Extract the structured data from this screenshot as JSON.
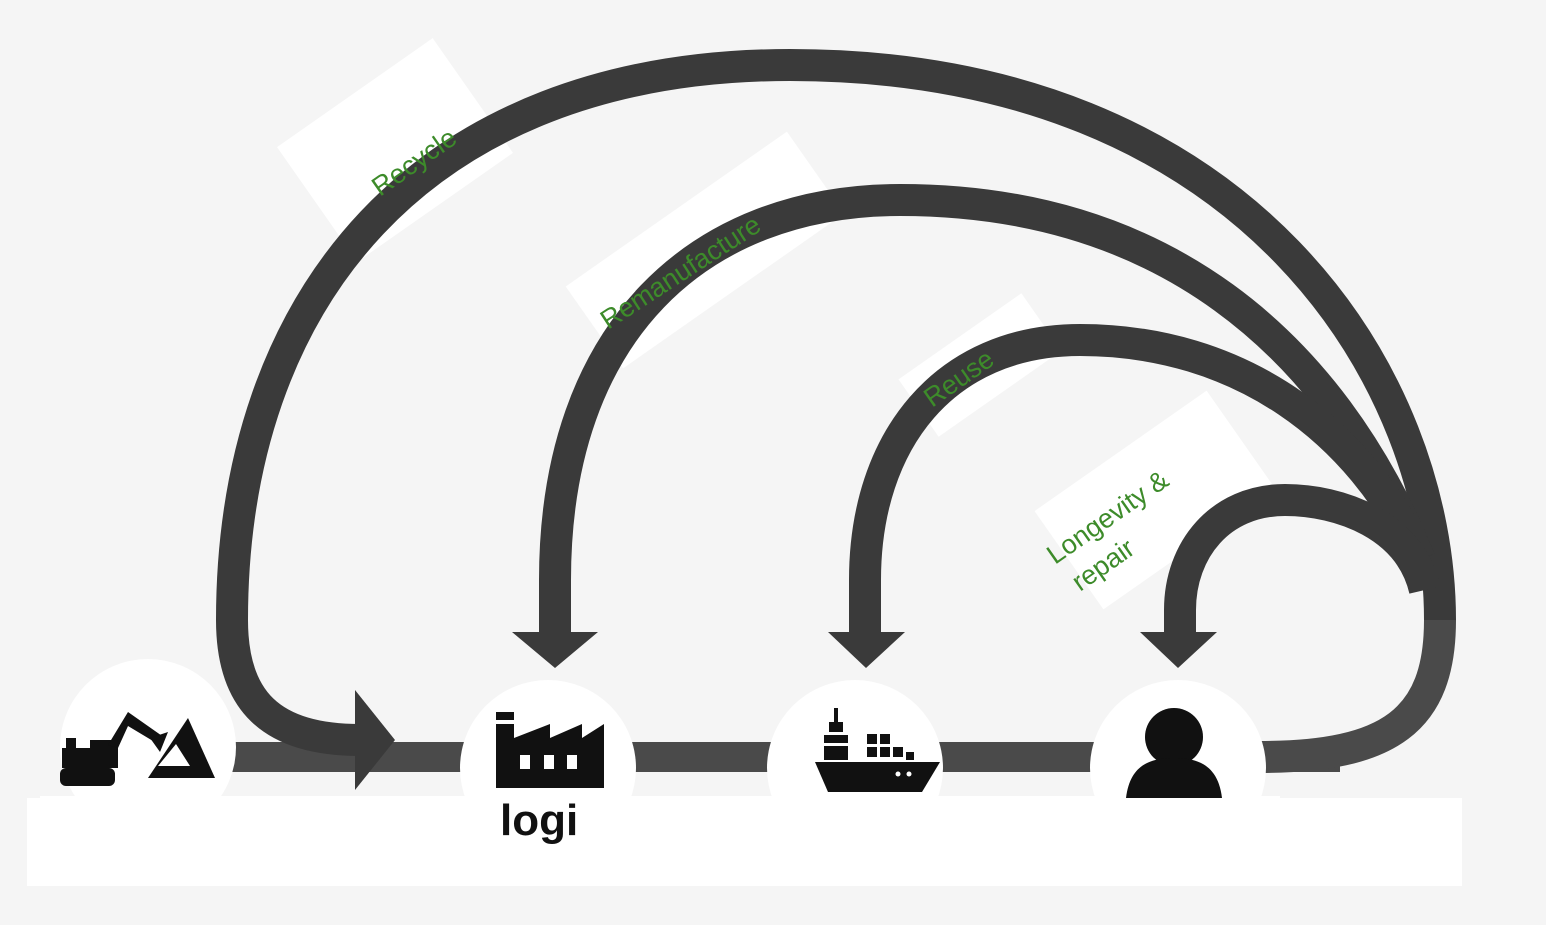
{
  "colors": {
    "background": "#f5f5f5",
    "arrow": "#3a3a3a",
    "flow_bar": "#4a4a4a",
    "label": "#3d8b2a",
    "icon": "#111111",
    "bubble": "#ffffff"
  },
  "loops": [
    {
      "label": "Recycle"
    },
    {
      "label": "Remanufacture"
    },
    {
      "label": "Reuse"
    },
    {
      "label_line1": "Longevity &",
      "label_line2": "repair"
    }
  ],
  "stages": [
    {
      "icon": "mining-excavator-icon"
    },
    {
      "icon": "factory-icon",
      "caption": "logi"
    },
    {
      "icon": "cargo-ship-icon"
    },
    {
      "icon": "user-icon"
    }
  ]
}
